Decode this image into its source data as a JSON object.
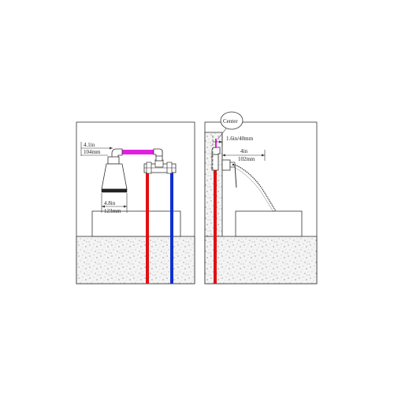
{
  "left_panel": {
    "dim_top_imperial": "4.1in",
    "dim_top_metric": "104mm",
    "dim_bottom_imperial": "4.8in",
    "dim_bottom_metric": "123mm"
  },
  "right_panel": {
    "callout_label": "Center",
    "dim_offset": "1.6in/40mm",
    "dim_reach_imperial": "4in",
    "dim_reach_metric": "102mm"
  },
  "colors": {
    "hot_pipe": "#e01010",
    "cold_pipe": "#1030d0",
    "connector_pipe": "#e020e0",
    "line": "#333333"
  }
}
